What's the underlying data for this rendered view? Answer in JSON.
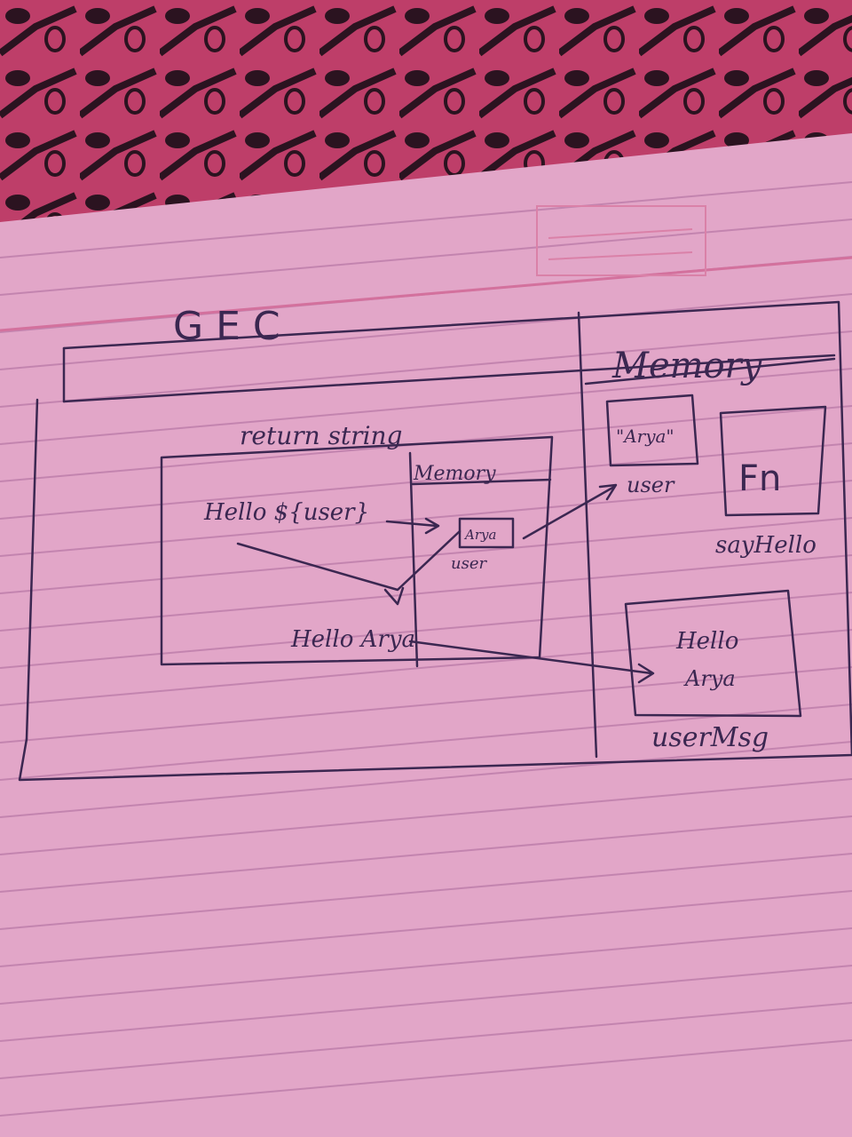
{
  "colors": {
    "background_fabric": "#c9436f",
    "paper": "#f0b3d6",
    "ruled_line": "#cf8fbb",
    "margin_line": "#e07aa8",
    "ink": "#3b2a55"
  },
  "diagram": {
    "gec_label": "GEC",
    "outer_memory_label": "Memory",
    "function_label": "return string",
    "template_text": "Hello ${user}",
    "inner_memory_label": "Memory",
    "inner_value": "Arya",
    "inner_value_name": "user",
    "result_text": "Hello Arya",
    "mem_value": "\"Arya\"",
    "mem_value_name": "user",
    "fn_box_text": "Fn",
    "fn_name": "sayHello",
    "msg_value_line1": "Hello",
    "msg_value_line2": "Arya",
    "msg_name": "userMsg"
  }
}
